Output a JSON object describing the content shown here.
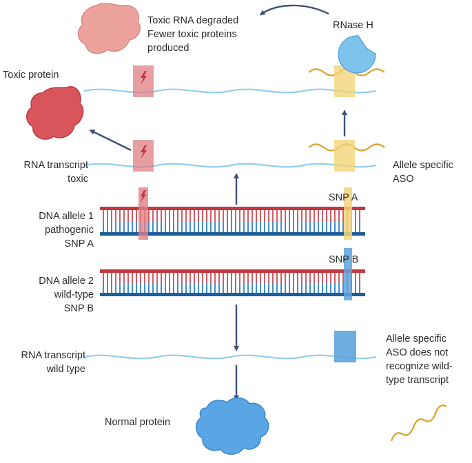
{
  "labels": {
    "toxic_result_line1": "Toxic RNA degraded",
    "toxic_result_line2": "Fewer toxic proteins",
    "toxic_result_line3": "produced",
    "rnase_h": "RNase H",
    "toxic_protein": "Toxic protein",
    "rna_toxic_line1": "RNA transcript",
    "rna_toxic_line2": "toxic",
    "aso_line1": "Allele specific",
    "aso_line2": "ASO",
    "snp_a": "SNP A",
    "snp_b": "SNP B",
    "dna1_line1": "DNA allele 1",
    "dna1_line2": "pathogenic",
    "dna1_line3": "SNP A",
    "dna2_line1": "DNA allele 2",
    "dna2_line2": "wild-type",
    "dna2_line3": "SNP B",
    "rna_wt_line1": "RNA transcript",
    "rna_wt_line2": "wild type",
    "no_recog_line1": "Allele specific",
    "no_recog_line2": "ASO does not",
    "no_recog_line3": "recognize wild-",
    "no_recog_line4": "type transcript",
    "normal_protein": "Normal protein"
  },
  "colors": {
    "rna": "#93cdec",
    "dna_top": "#c0393f",
    "dna_bottom": "#1f5d99",
    "rung_top": "#d24a52",
    "rung_bottom": "#2f7fc6",
    "snp_a_marker": "#e07f86",
    "snp_a_highlight": "#f2d479",
    "snp_b_highlight": "#5fa3dc",
    "aso": "#d8a736",
    "arrow": "#3d5275",
    "toxic_protein": "#d9555c",
    "degraded_protein": "#eca39e",
    "normal_protein": "#5aa6e4",
    "rnase_h": "#7ec3ec"
  },
  "icons": [
    "lightning-icon",
    "rnase-h-icon",
    "toxic-protein-icon",
    "degraded-protein-icon",
    "normal-protein-icon"
  ]
}
